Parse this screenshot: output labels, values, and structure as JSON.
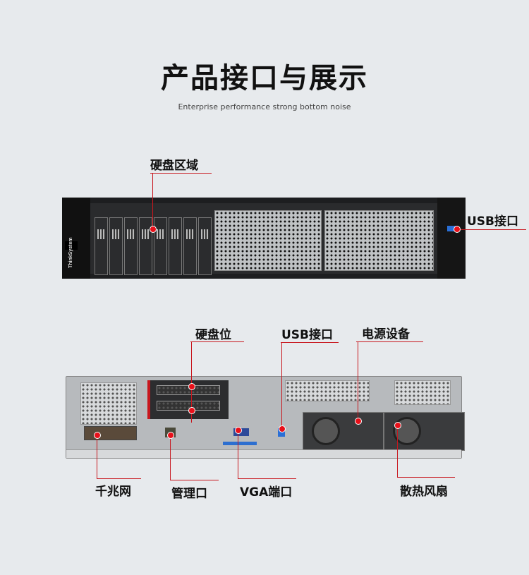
{
  "header": {
    "title": "产品接口与展示",
    "subtitle": "Enterprise performance strong bottom noise"
  },
  "front": {
    "labels": {
      "drive_area": "硬盘区域",
      "usb": "USB接口"
    },
    "brand": "ThinkSystem"
  },
  "rear": {
    "labels": {
      "drive_bay": "硬盘位",
      "usb": "USB接口",
      "power": "电源设备",
      "gigabit": "千兆网",
      "mgmt": "管理口",
      "vga": "VGA端口",
      "fan": "散热风扇"
    }
  },
  "colors": {
    "accent": "#e8101a",
    "background": "#e7eaed"
  }
}
